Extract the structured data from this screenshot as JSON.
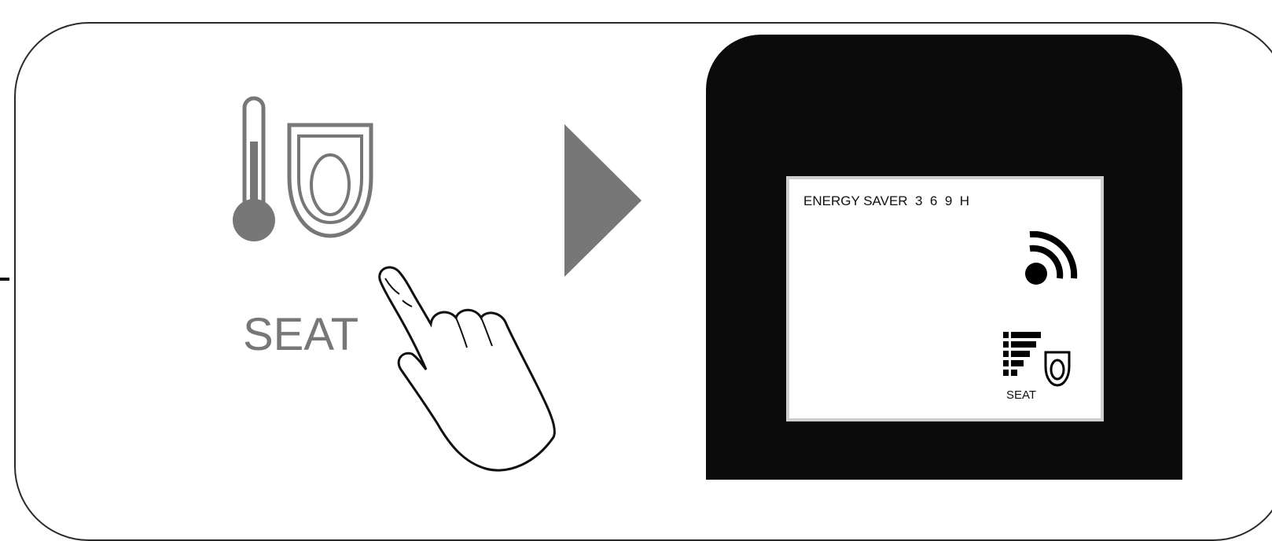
{
  "button": {
    "label": "SEAT",
    "icons": [
      "thermometer-icon",
      "toilet-seat-icon"
    ]
  },
  "gesture": {
    "icon": "pointing-hand-icon"
  },
  "transition": {
    "icon": "play-arrow-icon"
  },
  "display": {
    "energy_saver_text": "ENERGY SAVER  3  6  9  H",
    "signal_icon": "wireless-signal-icon",
    "seat_level_icon": "seat-heat-level-icon",
    "seat_label": "SEAT"
  },
  "colors": {
    "icon_gray": "#777777",
    "display_bezel": "#0b0b0b",
    "screen_border": "#cfcfcf"
  }
}
